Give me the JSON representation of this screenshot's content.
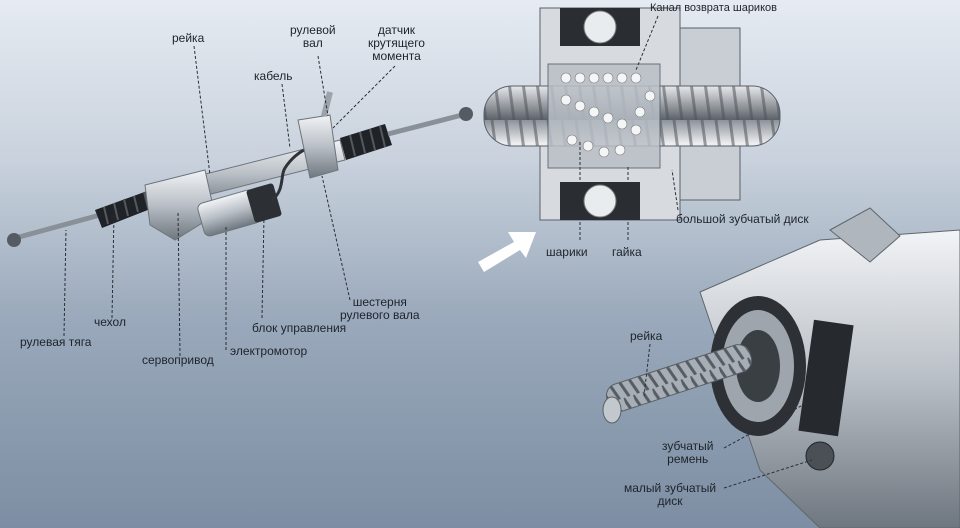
{
  "labels": {
    "rack_top": "рейка",
    "steering_shaft": "рулевой\nвал",
    "torque_sensor": "датчик\nкрутящего\nмомента",
    "cable": "кабель",
    "ball_return": "Канал возврата шариков",
    "balls": "шарики",
    "nut": "гайка",
    "big_gear": "большой зубчатый диск",
    "pinion": "шестерня\nрулевого вала",
    "control_unit": "блок управления",
    "electromotor": "электромотор",
    "servo": "сервопривод",
    "tie_rod": "рулевая тяга",
    "boot": "чехол",
    "rack_bottom": "рейка",
    "toothed_belt": "зубчатый\nремень",
    "small_gear": "малый зубчатый\nдиск"
  },
  "colors": {
    "background_top": "#e6ebf2",
    "background_bottom": "#7d8ea3",
    "metal": "#c4c9cf",
    "dark": "#2a2e33"
  }
}
